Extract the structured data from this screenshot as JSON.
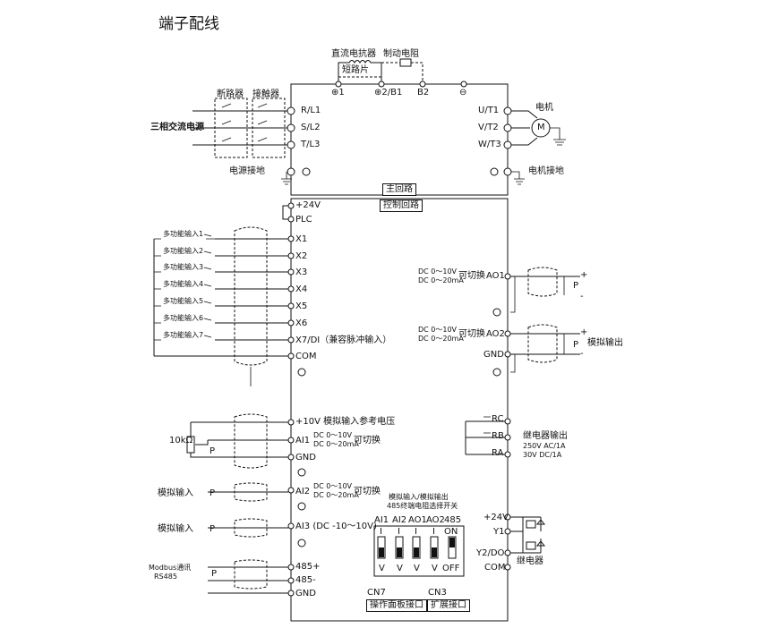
{
  "title": "端子配线",
  "main_circuit": {
    "dc_reactor": "直流电抗器",
    "brake_resistor": "制动电阻",
    "short_piece": "短路片",
    "terminals_top": [
      "⊕1",
      "⊕2/B1",
      "B2",
      "⊖"
    ],
    "inputs": [
      "R/L1",
      "S/L2",
      "T/L3"
    ],
    "outputs": [
      "U/T1",
      "V/T2",
      "W/T3"
    ],
    "breaker": "断路器",
    "contactor": "接触器",
    "three_phase": "三相交流电源",
    "motor": "电机",
    "motor_symbol": "M",
    "power_ground": "电源接地",
    "motor_ground": "电机接地",
    "label": "主回路"
  },
  "control_circuit": {
    "label": "控制回路",
    "left_terminals": [
      "+24V",
      "PLC",
      "X1",
      "X2",
      "X3",
      "X4",
      "X5",
      "X6",
      "X7/DI（兼容脉冲输入）",
      "COM"
    ],
    "inputs": [
      "多功能输入1",
      "多功能输入2",
      "多功能输入3",
      "多功能输入4",
      "多功能输入5",
      "多功能输入6",
      "多功能输入7"
    ],
    "analog_ref": "+10V  模拟输入参考电压",
    "ai1": "AI1",
    "ai_range1": "DC 0～10V",
    "ai_range2": "DC 0～20mA",
    "switchable": "可切换",
    "gnd": "GND",
    "ai2": "AI2",
    "ai3": "AI3 (DC -10～10V)",
    "pot": "10kΩ",
    "p": "P",
    "analog_input": "模拟输入",
    "modbus": "Modbus通讯",
    "rs485": "RS485",
    "rs485_plus": "485+",
    "rs485_minus": "485-",
    "ao1": "AO1",
    "ao2": "AO2",
    "analog_output": "模拟输出",
    "plus": "+",
    "minus": "-",
    "rc": "RC",
    "rb": "RB",
    "ra": "RA",
    "relay_output": "继电器输出",
    "relay_rating1": "250V AC/1A",
    "relay_rating2": "30V  DC/1A",
    "dip_title1": "模拟输入/模拟输出",
    "dip_title2": "485终端电阻选择开关",
    "dip_labels": [
      "AI1",
      "AI2",
      "AO1",
      "AO2",
      "485"
    ],
    "dip_top": [
      "I",
      "I",
      "I",
      "I",
      "ON"
    ],
    "dip_bottom": [
      "V",
      "V",
      "V",
      "V",
      "OFF"
    ],
    "y_terms": [
      "+24V",
      "Y1",
      "Y2/DO",
      "COM"
    ],
    "relay": "继电器",
    "cn7": "CN7",
    "cn3": "CN3",
    "cn7_label": "操作面板接口",
    "cn3_label": "扩展接口"
  }
}
